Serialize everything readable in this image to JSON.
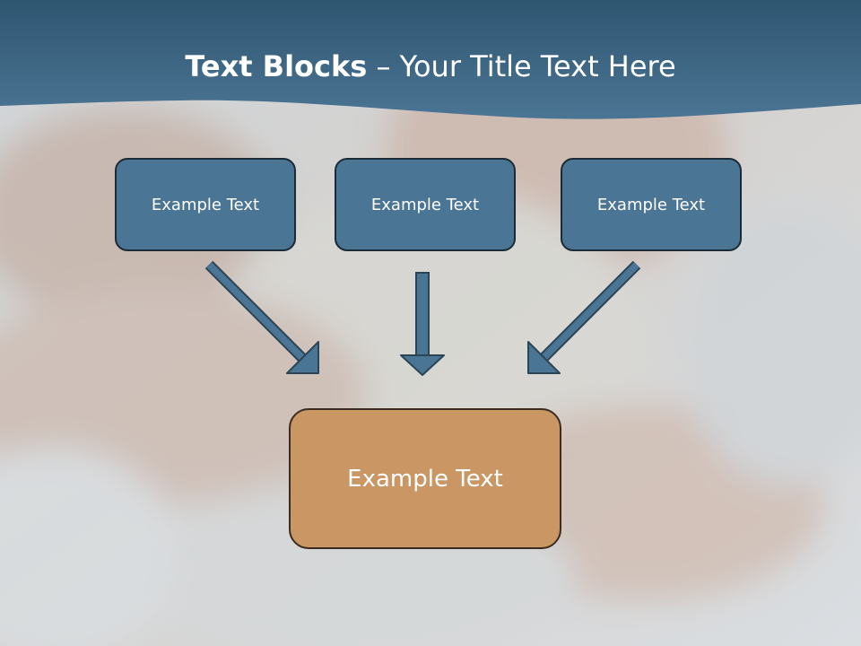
{
  "slide": {
    "title_bold": "Text Blocks",
    "title_rest": " – Your Title Text Here",
    "top_blocks": [
      {
        "text": "Example Text"
      },
      {
        "text": "Example Text"
      },
      {
        "text": "Example Text"
      }
    ],
    "bottom_block": {
      "text": "Example Text"
    }
  },
  "colors": {
    "header_band": "#3f6886",
    "top_block_fill": "#4b7594",
    "bottom_block_fill": "#c99664",
    "arrow_fill": "#4b7594"
  }
}
